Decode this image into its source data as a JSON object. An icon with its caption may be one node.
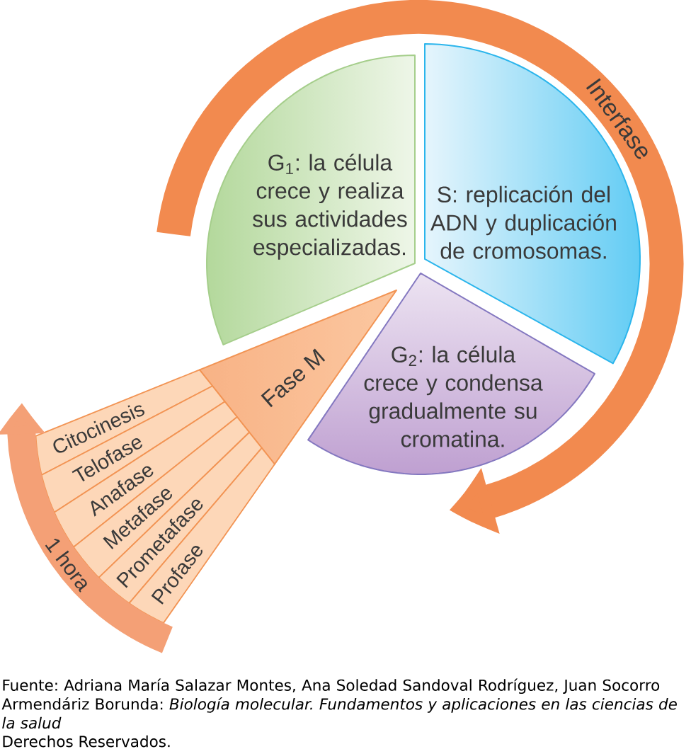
{
  "diagram": {
    "caption": "Fuente: Adriana María Salazar Montes, Ana Soledad Sandoval Rodríguez, Juan Socorro Armendáriz Borunda: *Biología molecular. Fundamentos y aplicaciones en las ciencias de la salud*",
    "nodes": [
      {
        "text": [
          "G$_{1}$: la célula crece y realiza sus actividades especializadas."
        ]
      },
      {
        "text": [
          "S: replicación del ADN y duplicación de cromosomas."
        ]
      },
      {
        "text": [
          "G$_{2}$: la célula crece y condensa gradualmente su cromatina."
        ]
      },
      {
        "text": [
          "Fase M"
        ]
      },
      {
        "text": [
          "Citocinesis"
        ]
      },
      {
        "text": [
          "Telofase"
        ]
      },
      {
        "text": [
          "Anafase"
        ]
      },
      {
        "text": [
          "Metafase"
        ]
      },
      {
        "text": [
          "Prometafase"
        ]
      },
      {
        "text": [
          "Profase"
        ]
      }
    ],
    "edges": [
      {
        "from": null,
        "to": 2,
        "arrow": "to",
        "label": "Interfase"
      },
      {
        "from": 9,
        "to": 4,
        "arrow": "to",
        "label": "1 hora"
      }
    ],
    "labels": [
      "Derechos Reservados."
    ]
  }
}
